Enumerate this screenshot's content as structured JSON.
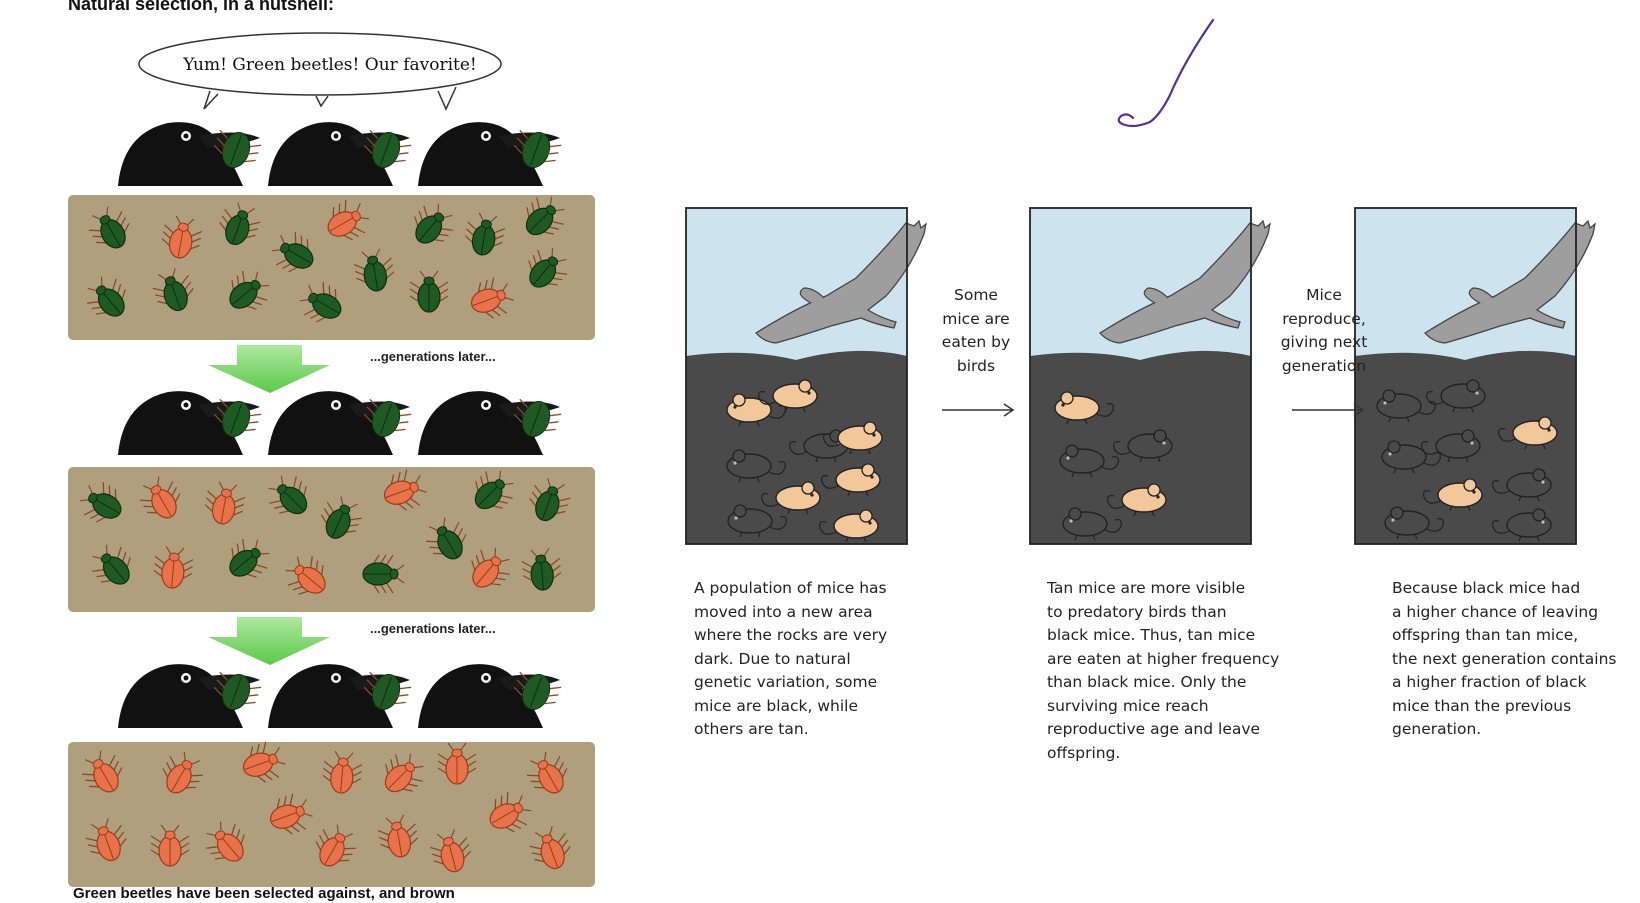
{
  "left_panel": {
    "title": "Natural selection, in a nutshell:",
    "speech": "Yum!  Green beetles!  Our favorite!",
    "generations_label": "...generations later...",
    "caption": "Green beetles have been selected against, and brown",
    "colors": {
      "ground": "#b09f7c",
      "green_beetle": "#1f5a24",
      "orange_beetle": "#e8734a",
      "arrow": "#5cc84a",
      "crow": "#111111"
    }
  },
  "right_panel": {
    "panels": [
      {
        "caption": "A population of mice has\nmoved into a new area\nwhere the rocks are very\ndark. Due to natural\ngenetic variation, some\nmice are black, while\nothers are tan."
      },
      {
        "caption": "Tan mice are more visible\nto predatory birds than\nblack mice. Thus, tan mice\nare eaten at higher frequency\nthan black mice. Only the\nsurviving mice reach\nreproductive age and leave\noffspring."
      },
      {
        "caption": "Because black mice had\na higher chance of leaving\noffspring than tan mice,\nthe next generation contains\na higher fraction of black\nmice than the previous\ngeneration."
      }
    ],
    "steps": [
      {
        "label": "Some\nmice are\neaten by\nbirds"
      },
      {
        "label": "Mice\nreproduce,\ngiving next\ngeneration"
      }
    ],
    "colors": {
      "sky": "#cde4ef",
      "rock": "#4a4a4a",
      "tan_mouse": "#f2c79a",
      "bird": "#9e9e9e",
      "checkmark": "#5b2d8e"
    }
  }
}
